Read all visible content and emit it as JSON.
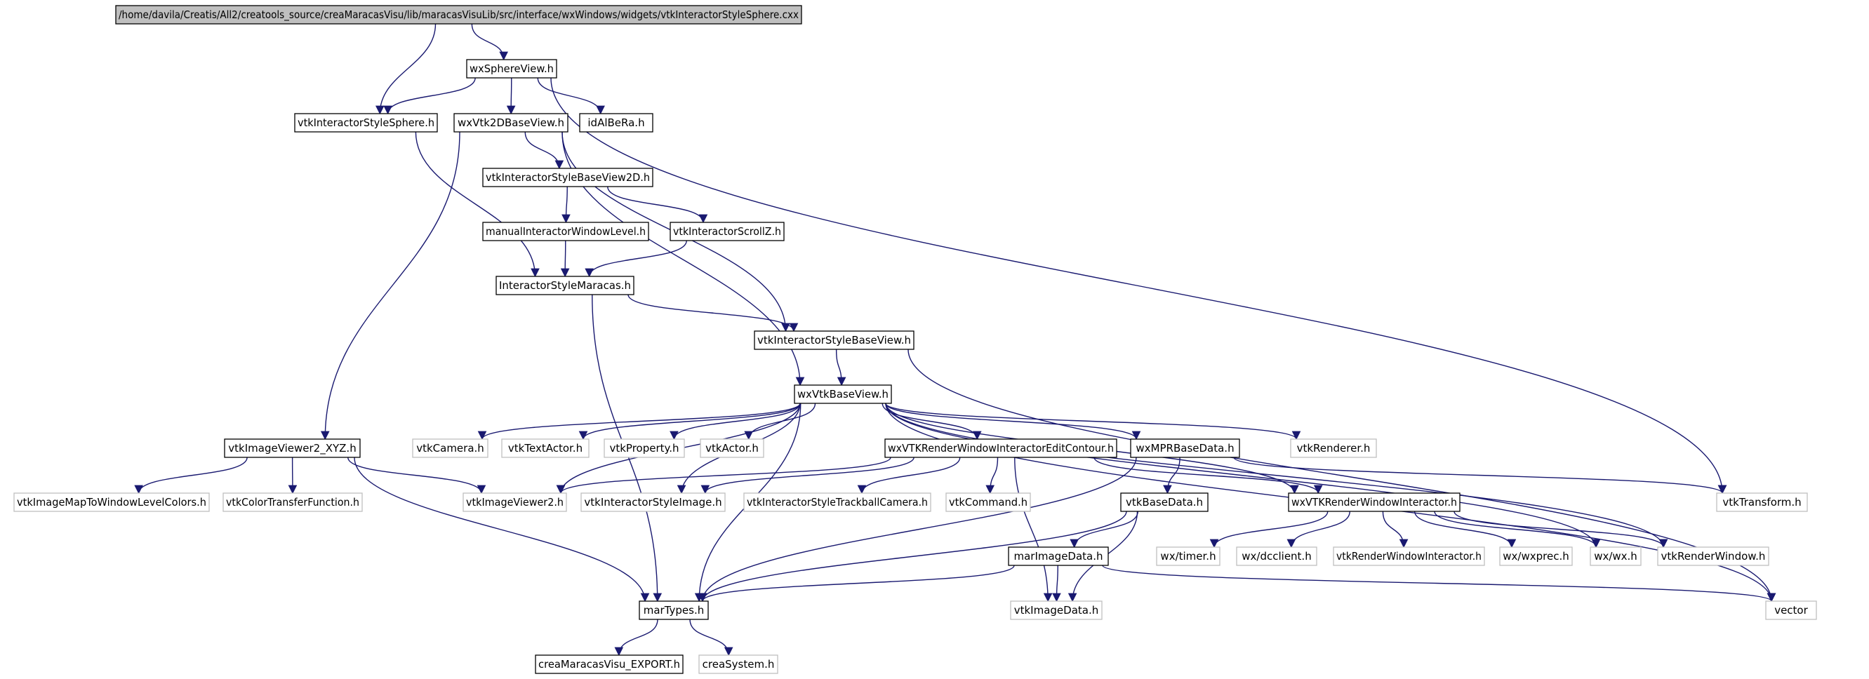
{
  "nodes": [
    {
      "id": "root",
      "label": "/home/davila/Creatis/All2/creatools_source/creaMaracasVisu/lib/maracasVisuLib/src/interface/wxWindows/widgets/vtkInteractorStyleSphere.cxx",
      "style": "root"
    },
    {
      "id": "wxSphereView",
      "label": "wxSphereView.h",
      "style": "local"
    },
    {
      "id": "vtkISSphere",
      "label": "vtkInteractorStyleSphere.h",
      "style": "local"
    },
    {
      "id": "wxVtk2D",
      "label": "wxVtk2DBaseView.h",
      "style": "local"
    },
    {
      "id": "idAlBeRa",
      "label": "idAlBeRa.h",
      "style": "local"
    },
    {
      "id": "vtkISBV2D",
      "label": "vtkInteractorStyleBaseView2D.h",
      "style": "local"
    },
    {
      "id": "manualIWL",
      "label": "manualInteractorWindowLevel.h",
      "style": "local"
    },
    {
      "id": "vtkIScrollZ",
      "label": "vtkInteractorScrollZ.h",
      "style": "local"
    },
    {
      "id": "ISMaracas",
      "label": "InteractorStyleMaracas.h",
      "style": "local"
    },
    {
      "id": "vtkISBV",
      "label": "vtkInteractorStyleBaseView.h",
      "style": "local"
    },
    {
      "id": "wxVtkBV",
      "label": "wxVtkBaseView.h",
      "style": "local"
    },
    {
      "id": "vtkIV2XYZ",
      "label": "vtkImageViewer2_XYZ.h",
      "style": "local"
    },
    {
      "id": "vtkCamera",
      "label": "vtkCamera.h",
      "style": "system"
    },
    {
      "id": "vtkTextActor",
      "label": "vtkTextActor.h",
      "style": "system"
    },
    {
      "id": "vtkProperty",
      "label": "vtkProperty.h",
      "style": "system"
    },
    {
      "id": "vtkActor",
      "label": "vtkActor.h",
      "style": "system"
    },
    {
      "id": "wxVTKRWIEC",
      "label": "wxVTKRenderWindowInteractorEditContour.h",
      "style": "local"
    },
    {
      "id": "wxMPRBD",
      "label": "wxMPRBaseData.h",
      "style": "local"
    },
    {
      "id": "vtkRenderer",
      "label": "vtkRenderer.h",
      "style": "system"
    },
    {
      "id": "vtkIMTWLC",
      "label": "vtkImageMapToWindowLevelColors.h",
      "style": "system"
    },
    {
      "id": "vtkCTF",
      "label": "vtkColorTransferFunction.h",
      "style": "system"
    },
    {
      "id": "vtkIV2",
      "label": "vtkImageViewer2.h",
      "style": "system"
    },
    {
      "id": "vtkISImage",
      "label": "vtkInteractorStyleImage.h",
      "style": "system"
    },
    {
      "id": "vtkISTC",
      "label": "vtkInteractorStyleTrackballCamera.h",
      "style": "system"
    },
    {
      "id": "vtkCommand",
      "label": "vtkCommand.h",
      "style": "system"
    },
    {
      "id": "vtkBaseData",
      "label": "vtkBaseData.h",
      "style": "local"
    },
    {
      "id": "wxVTKRWI",
      "label": "wxVTKRenderWindowInteractor.h",
      "style": "local"
    },
    {
      "id": "vtkTransform",
      "label": "vtkTransform.h",
      "style": "system"
    },
    {
      "id": "wxtimer",
      "label": "wx/timer.h",
      "style": "system"
    },
    {
      "id": "wxdcclient",
      "label": "wx/dcclient.h",
      "style": "system"
    },
    {
      "id": "vtkRWI",
      "label": "vtkRenderWindowInteractor.h",
      "style": "system"
    },
    {
      "id": "wxwxprec",
      "label": "wx/wxprec.h",
      "style": "system"
    },
    {
      "id": "wxwx",
      "label": "wx/wx.h",
      "style": "system"
    },
    {
      "id": "vtkRW",
      "label": "vtkRenderWindow.h",
      "style": "system"
    },
    {
      "id": "marImageData",
      "label": "marImageData.h",
      "style": "local"
    },
    {
      "id": "marTypes",
      "label": "marTypes.h",
      "style": "local"
    },
    {
      "id": "vtkImageData",
      "label": "vtkImageData.h",
      "style": "system"
    },
    {
      "id": "vector",
      "label": "vector",
      "style": "system"
    },
    {
      "id": "creaEXPORT",
      "label": "creaMaracasVisu_EXPORT.h",
      "style": "local"
    },
    {
      "id": "creaSystem",
      "label": "creaSystem.h",
      "style": "system"
    }
  ],
  "edges": [
    [
      "root",
      "wxSphereView"
    ],
    [
      "root",
      "vtkISSphere"
    ],
    [
      "wxSphereView",
      "vtkISSphere"
    ],
    [
      "wxSphereView",
      "wxVtk2D"
    ],
    [
      "wxSphereView",
      "idAlBeRa"
    ],
    [
      "wxSphereView",
      "vtkTransform"
    ],
    [
      "vtkISSphere",
      "ISMaracas"
    ],
    [
      "wxVtk2D",
      "vtkISBV2D"
    ],
    [
      "wxVtk2D",
      "vtkISBV"
    ],
    [
      "wxVtk2D",
      "wxVtkBV"
    ],
    [
      "wxVtk2D",
      "vtkIV2XYZ"
    ],
    [
      "vtkISBV2D",
      "manualIWL"
    ],
    [
      "vtkISBV2D",
      "vtkIScrollZ"
    ],
    [
      "manualIWL",
      "ISMaracas"
    ],
    [
      "vtkIScrollZ",
      "ISMaracas"
    ],
    [
      "ISMaracas",
      "vtkISBV"
    ],
    [
      "ISMaracas",
      "marTypes"
    ],
    [
      "vtkISBV",
      "wxVtkBV"
    ],
    [
      "vtkISBV",
      "vector"
    ],
    [
      "wxVtkBV",
      "vtkCamera"
    ],
    [
      "wxVtkBV",
      "vtkTextActor"
    ],
    [
      "wxVtkBV",
      "vtkProperty"
    ],
    [
      "wxVtkBV",
      "vtkActor"
    ],
    [
      "wxVtkBV",
      "wxVTKRWIEC"
    ],
    [
      "wxVtkBV",
      "wxMPRBD"
    ],
    [
      "wxVtkBV",
      "vtkRenderer"
    ],
    [
      "wxVtkBV",
      "wxVTKRWI"
    ],
    [
      "wxVtkBV",
      "vtkRW"
    ],
    [
      "wxVtkBV",
      "wxwx"
    ],
    [
      "wxVtkBV",
      "vector"
    ],
    [
      "wxVtkBV",
      "vtkIV2"
    ],
    [
      "wxVtkBV",
      "vtkISImage"
    ],
    [
      "wxVtkBV",
      "marTypes"
    ],
    [
      "vtkIV2XYZ",
      "vtkIMTWLC"
    ],
    [
      "vtkIV2XYZ",
      "vtkCTF"
    ],
    [
      "vtkIV2XYZ",
      "vtkIV2"
    ],
    [
      "vtkIV2XYZ",
      "marTypes"
    ],
    [
      "wxVTKRWIEC",
      "vtkIV2"
    ],
    [
      "wxVTKRWIEC",
      "vtkISImage"
    ],
    [
      "wxVTKRWIEC",
      "vtkISTC"
    ],
    [
      "wxVTKRWIEC",
      "vtkCommand"
    ],
    [
      "wxVTKRWIEC",
      "wxVTKRWI"
    ],
    [
      "wxVTKRWIEC",
      "vtkImageData"
    ],
    [
      "wxMPRBD",
      "vtkBaseData"
    ],
    [
      "wxMPRBD",
      "vtkTransform"
    ],
    [
      "wxMPRBD",
      "marTypes"
    ],
    [
      "vtkBaseData",
      "marImageData"
    ],
    [
      "vtkBaseData",
      "marTypes"
    ],
    [
      "vtkBaseData",
      "vtkImageData"
    ],
    [
      "wxVTKRWI",
      "wxtimer"
    ],
    [
      "wxVTKRWI",
      "wxdcclient"
    ],
    [
      "wxVTKRWI",
      "vtkRWI"
    ],
    [
      "wxVTKRWI",
      "wxwxprec"
    ],
    [
      "wxVTKRWI",
      "wxwx"
    ],
    [
      "wxVTKRWI",
      "vtkRW"
    ],
    [
      "marImageData",
      "marTypes"
    ],
    [
      "marImageData",
      "vtkImageData"
    ],
    [
      "marImageData",
      "vector"
    ],
    [
      "marTypes",
      "creaEXPORT"
    ],
    [
      "marTypes",
      "creaSystem"
    ]
  ],
  "colors": {
    "edge": "#191970",
    "root_fill": "#bfbfbf",
    "local_border": "#000000",
    "system_border": "#bfbfbf",
    "text": "#000000"
  }
}
